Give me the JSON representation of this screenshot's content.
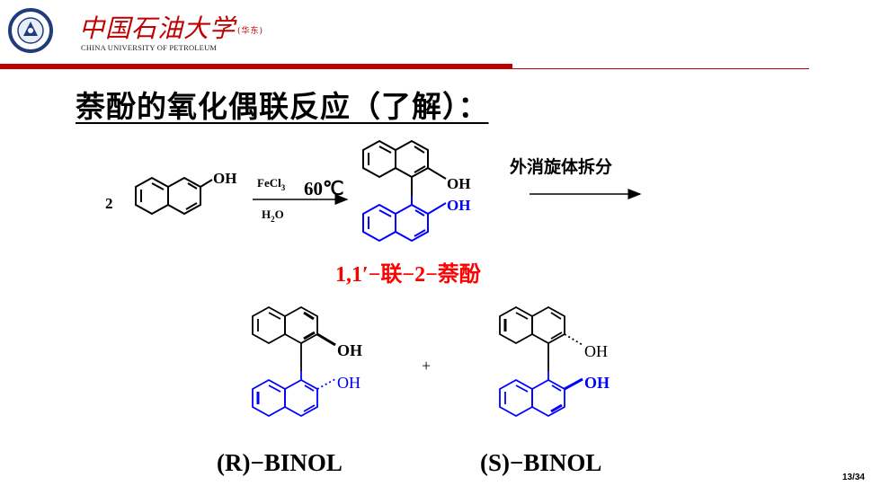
{
  "header": {
    "university_cn": "中国石油大学",
    "campus": "(华东)",
    "university_en": "CHINA UNIVERSITY OF PETROLEUM"
  },
  "title": "萘酚的氧化偶联反应（了解）：",
  "reaction": {
    "coefficient": "2",
    "oh": "OH",
    "reagent_top": "FeCl",
    "reagent_sub": "3",
    "temperature": "60℃",
    "solvent": "H",
    "solvent_sub": "2",
    "solvent_tail": "O",
    "resolution_label": "外消旋体拆分",
    "product_name": "1,1′−联−2−萘酚"
  },
  "enantiomers": {
    "r_label": "(R)−BINOL",
    "s_label": "(S)−BINOL",
    "plus": "+"
  },
  "page_number": "13/34",
  "colors": {
    "accent": "#c00000",
    "blue": "#0000ff",
    "red_text": "#ff0000"
  }
}
